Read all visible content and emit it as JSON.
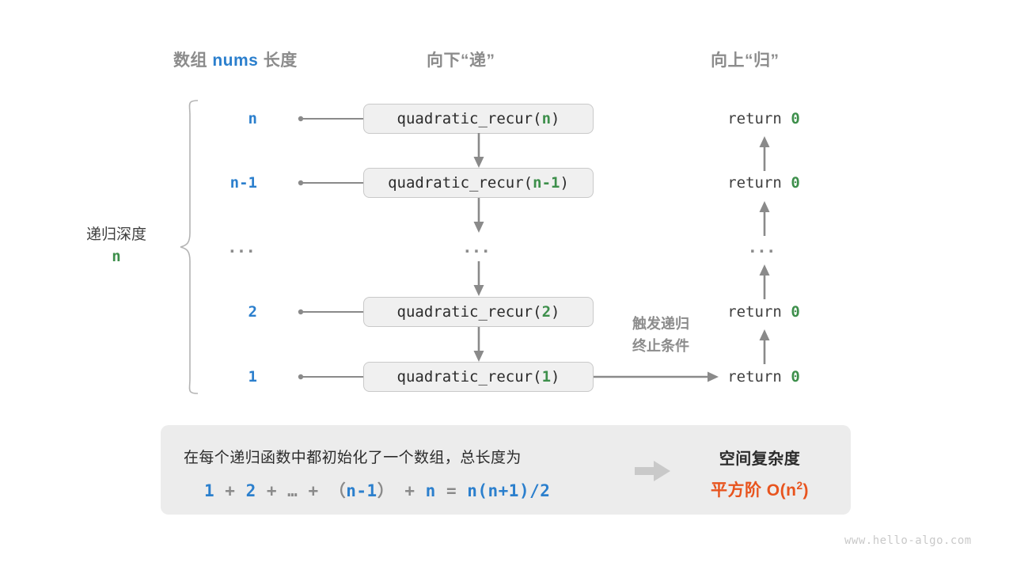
{
  "headers": {
    "left": {
      "prefix": "数组 ",
      "code": "nums",
      "suffix": " 长度"
    },
    "middle": "向下“递”",
    "right": "向上“归”"
  },
  "depth_bracket": {
    "label": "递归深度",
    "value": "n"
  },
  "rows": [
    {
      "depth": "n",
      "call_name": "quadratic_recur(",
      "call_arg": "n",
      "call_close": ")",
      "return_text": "return ",
      "return_value": "0"
    },
    {
      "depth": "n-1",
      "call_name": "quadratic_recur(",
      "call_arg": "n-1",
      "call_close": ")",
      "return_text": "return ",
      "return_value": "0"
    },
    {
      "depth": "...",
      "call_name": "...",
      "call_arg": "",
      "call_close": "",
      "return_text": "...",
      "return_value": ""
    },
    {
      "depth": "2",
      "call_name": "quadratic_recur(",
      "call_arg": "2",
      "call_close": ")",
      "return_text": "return ",
      "return_value": "0"
    },
    {
      "depth": "1",
      "call_name": "quadratic_recur(",
      "call_arg": "1",
      "call_close": ")",
      "return_text": "return ",
      "return_value": "0"
    }
  ],
  "trigger_note": {
    "line1": "触发递归",
    "line2": "终止条件"
  },
  "summary": {
    "description": "在每个递归函数中都初始化了一个数组，总长度为",
    "formula": {
      "t1": "1",
      "o1": " + ",
      "t2": "2",
      "o2": " + … + （",
      "t3": "n-1",
      "o3": "） + ",
      "t4": "n",
      "o4": " = ",
      "t5": "n(n+1)/2"
    },
    "complexity_title": "空间复杂度",
    "complexity_prefix": "平方阶 ",
    "complexity_big_o": "O(n",
    "complexity_exp": "2",
    "complexity_close": ")"
  },
  "watermark": "www.hello-algo.com",
  "colors": {
    "blue": "#2b7fcd",
    "green": "#3d8f4b",
    "orange": "#e8541e",
    "gray": "#8c8c8c",
    "dark": "#2b2b2b",
    "box_fill": "#f0f0f0",
    "panel_fill": "#ececec",
    "line": "#8a8a8a"
  }
}
